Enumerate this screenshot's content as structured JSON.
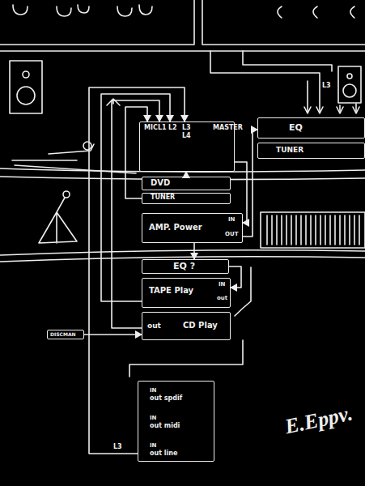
{
  "diagram": {
    "nodes": [
      {
        "text": [
          "MIC",
          "L1",
          "L2",
          "L3",
          "L4",
          "MASTER"
        ]
      },
      {
        "text": [
          "EQ"
        ]
      },
      {
        "text": [
          "TUNER"
        ]
      },
      {
        "text": [
          "DVD"
        ]
      },
      {
        "text": [
          "TUNER"
        ]
      },
      {
        "text": [
          "AMP. Power",
          "IN",
          "OUT"
        ]
      },
      {
        "text": [
          "EQ ?"
        ]
      },
      {
        "text": [
          "TAPE Play",
          "IN",
          "out"
        ]
      },
      {
        "text": [
          "DISCMAN"
        ]
      },
      {
        "text": [
          "out",
          "CD Play"
        ]
      },
      {
        "text": [
          "IN",
          "out spdif",
          "IN",
          "out midi",
          "IN",
          "out line"
        ]
      }
    ],
    "edges": [
      {
        "from": 3,
        "to": 0,
        "arrow": "to"
      },
      {
        "from": 4,
        "to": 0,
        "arrow": "to"
      },
      {
        "from": 9,
        "to": 0,
        "arrow": "to"
      },
      {
        "from": 7,
        "to": 0,
        "arrow": "to"
      },
      {
        "from": 10,
        "to": 0,
        "arrow": "to"
      },
      {
        "from": 0,
        "to": 5,
        "arrow": "to"
      },
      {
        "from": 5,
        "to": 1,
        "arrow": "to"
      },
      {
        "from": 5,
        "to": 6,
        "arrow": "to"
      },
      {
        "from": 6,
        "to": 7,
        "arrow": "to"
      },
      {
        "from": 8,
        "to": 9,
        "arrow": "to"
      }
    ],
    "labels": [
      "L3",
      "L3",
      "E.Eppv."
    ]
  }
}
